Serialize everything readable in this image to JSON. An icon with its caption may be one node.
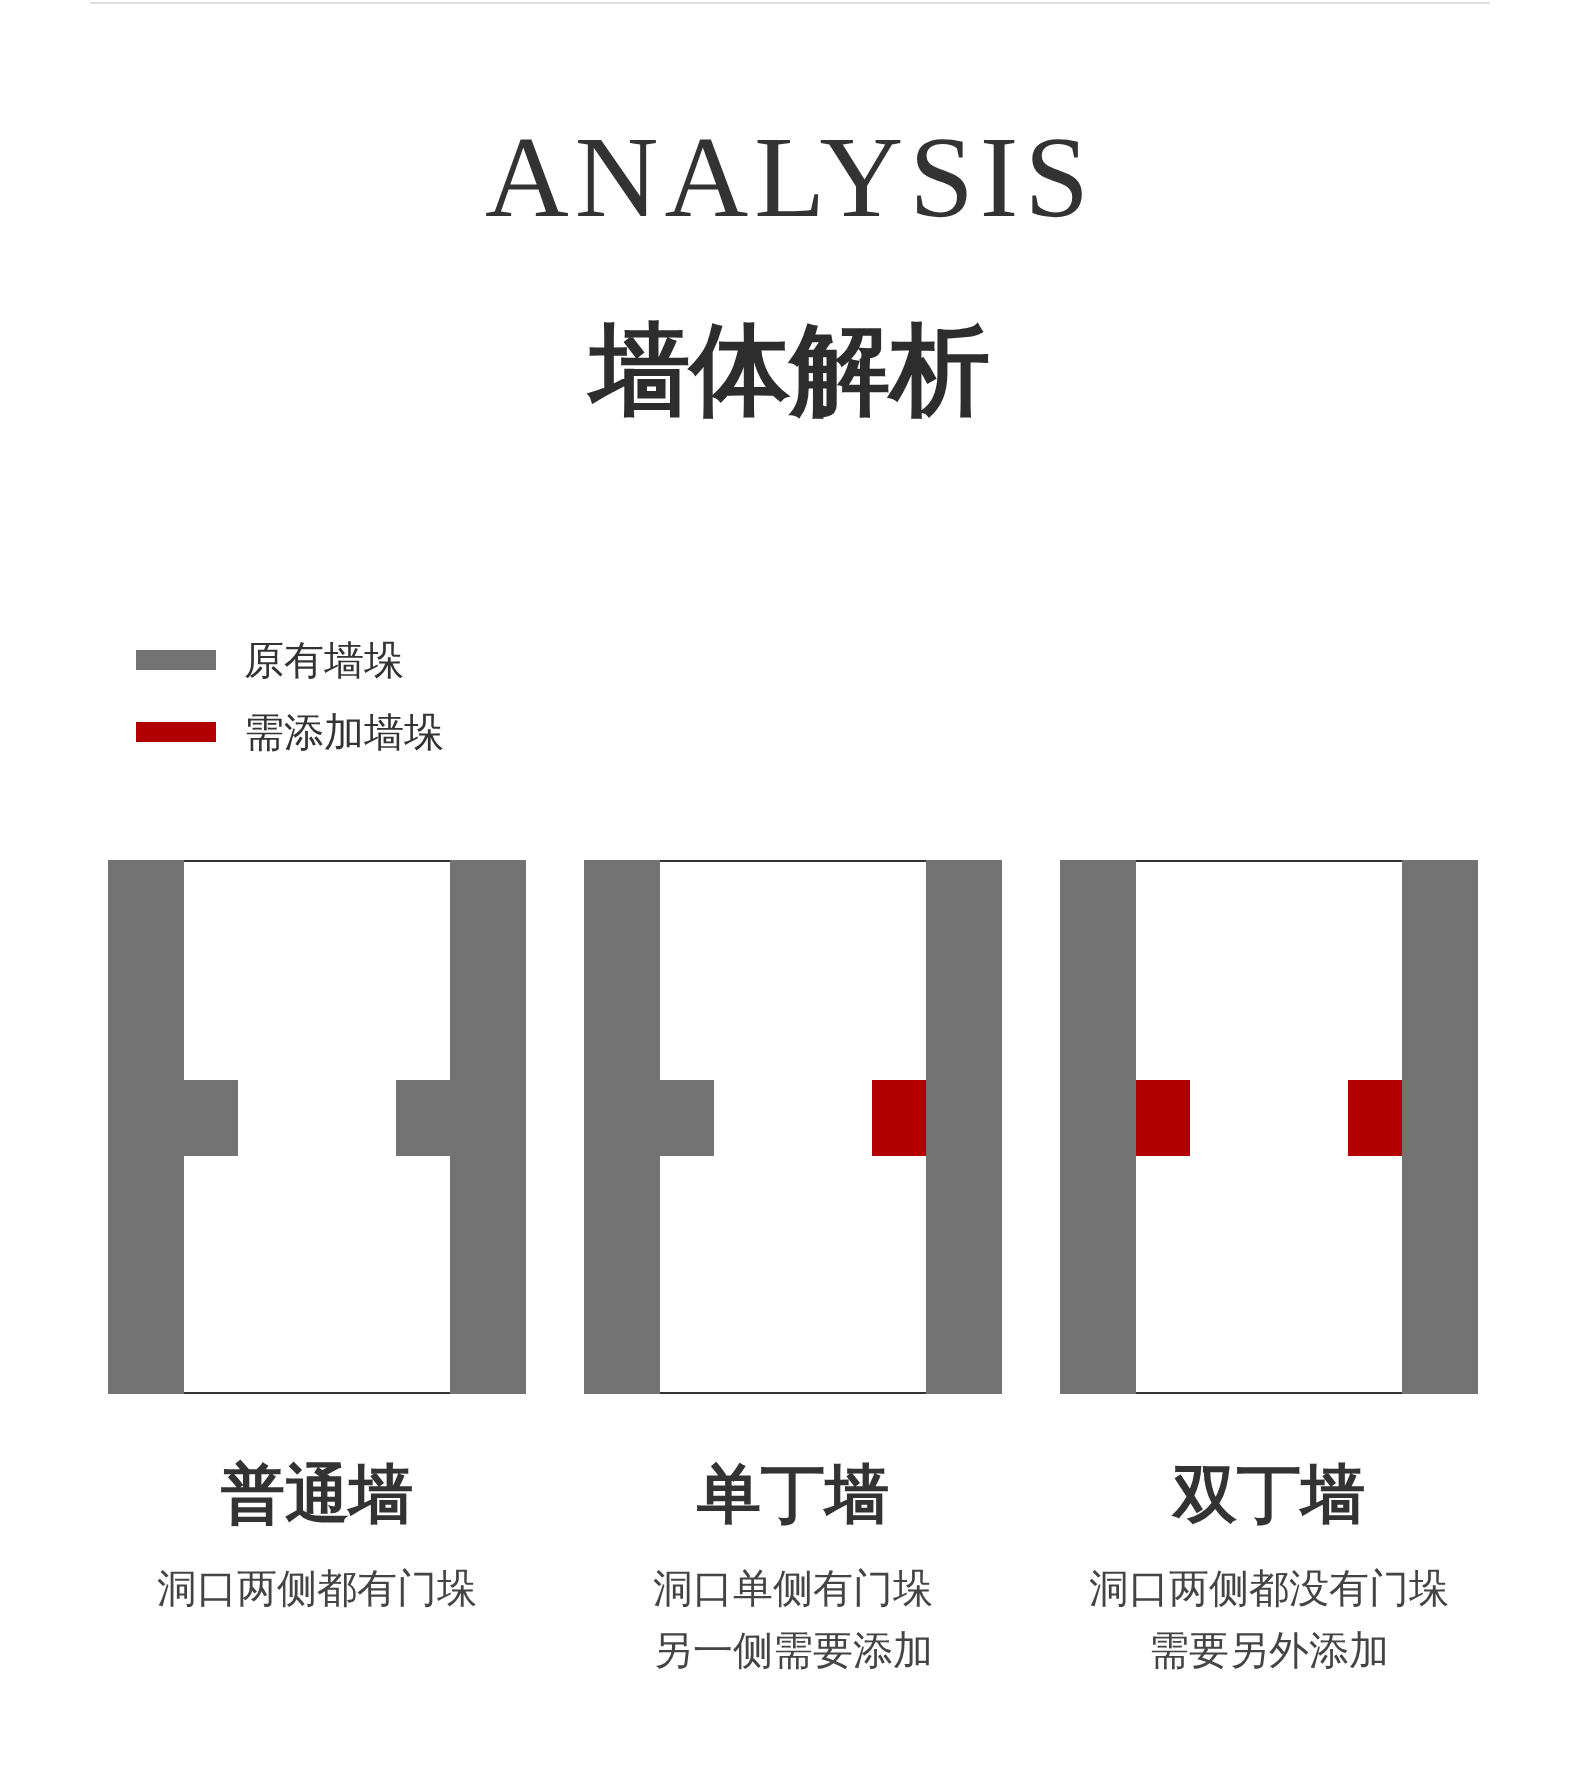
{
  "diagram": {
    "title": "ANALYSIS",
    "nodes": [
      {
        "text": [
          "普通墙",
          "洞口两侧都有门垛"
        ]
      },
      {
        "text": [
          "单丁墙",
          "洞口单侧有门垛另一侧需要添加"
        ]
      },
      {
        "text": [
          "双丁墙",
          "洞口两侧都没有门垛需要另外添加"
        ]
      }
    ],
    "labels": [
      "墙体解析"
    ],
    "legend": [
      {
        "text": "原有墙垛",
        "color": "#737373"
      },
      {
        "text": "需添加墙垛",
        "color": "#b20000"
      }
    ]
  }
}
